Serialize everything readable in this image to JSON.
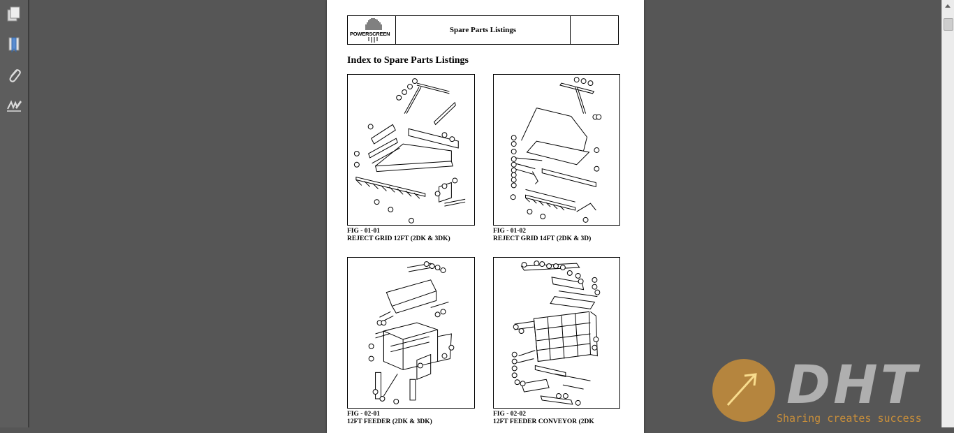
{
  "sidebar": {
    "tools": [
      {
        "name": "pages-icon"
      },
      {
        "name": "bookmarks-icon"
      },
      {
        "name": "attachments-icon"
      },
      {
        "name": "signatures-icon"
      }
    ]
  },
  "document": {
    "logo_text": "POWERSCREEN",
    "header_title": "Spare Parts Listings",
    "index_heading": "Index to Spare Parts Listings",
    "figures": [
      {
        "code": "FIG - 01-01",
        "title": "REJECT GRID 12FT (2DK & 3DK)"
      },
      {
        "code": "FIG - 01-02",
        "title": "REJECT GRID 14FT (2DK & 3D)"
      },
      {
        "code": "FIG - 02-01",
        "title": "12FT FEEDER (2DK & 3DK)"
      },
      {
        "code": "FIG - 02-02",
        "title": "12FT FEEDER CONVEYOR (2DK"
      }
    ]
  },
  "watermark": {
    "letters": "DHT",
    "tagline": "Sharing creates success",
    "accent_color": "#d69637"
  }
}
